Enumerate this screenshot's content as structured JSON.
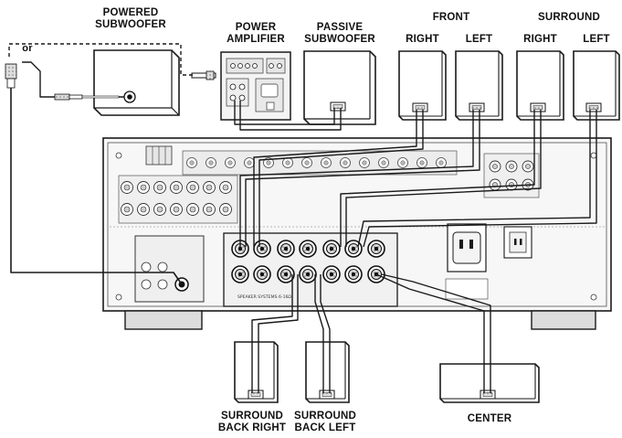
{
  "labels": {
    "powered_subwoofer_line1": "POWERED",
    "powered_subwoofer_line2": "SUBWOOFER",
    "or": "or",
    "power_amplifier_line1": "POWER",
    "power_amplifier_line2": "AMPLIFIER",
    "passive_subwoofer_line1": "PASSIVE",
    "passive_subwoofer_line2": "SUBWOOFER",
    "front": "FRONT",
    "front_right": "RIGHT",
    "front_left": "LEFT",
    "surround": "SURROUND",
    "surround_right": "RIGHT",
    "surround_left": "LEFT",
    "surround_back_right_line1": "SURROUND",
    "surround_back_right_line2": "BACK RIGHT",
    "surround_back_left_line1": "SURROUND",
    "surround_back_left_line2": "BACK LEFT",
    "center": "CENTER",
    "speaker_systems": "SPEAKER SYSTEMS  6-16Ω"
  },
  "colors": {
    "line": "#1a1a1a",
    "panel": "#f6f6f6",
    "speaker_fill": "#ffffff",
    "detail": "#555555"
  }
}
